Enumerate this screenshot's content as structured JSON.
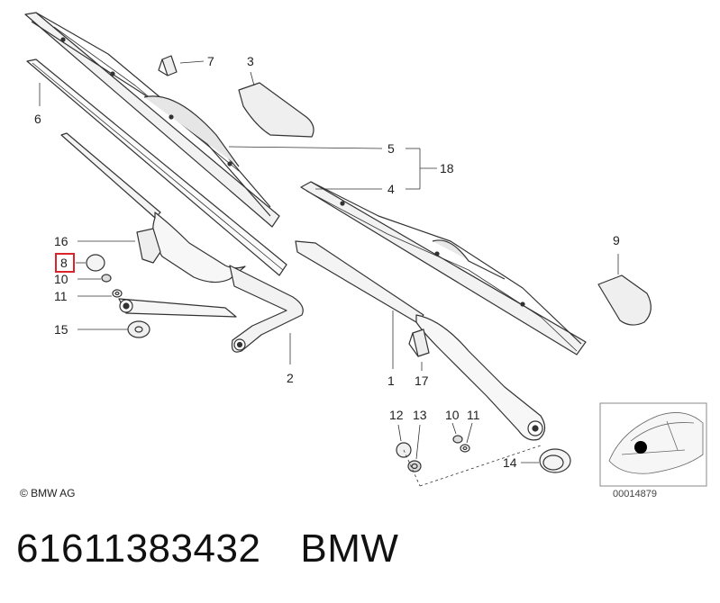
{
  "diagram": {
    "callouts": {
      "c1": "1",
      "c2": "2",
      "c3": "3",
      "c4": "4",
      "c5": "5",
      "c6": "6",
      "c7": "7",
      "c8": "8",
      "c9": "9",
      "c10a": "10",
      "c10b": "10",
      "c11a": "11",
      "c11b": "11",
      "c12": "12",
      "c13": "13",
      "c14": "14",
      "c15": "15",
      "c16": "16",
      "c17": "17",
      "c18": "18"
    },
    "highlighted_callout": "8",
    "highlight_color": "#d9262b",
    "inset_code": "00014879",
    "copyright": "© BMW AG"
  },
  "product": {
    "part_number": "61611383432",
    "brand": "BMW"
  }
}
